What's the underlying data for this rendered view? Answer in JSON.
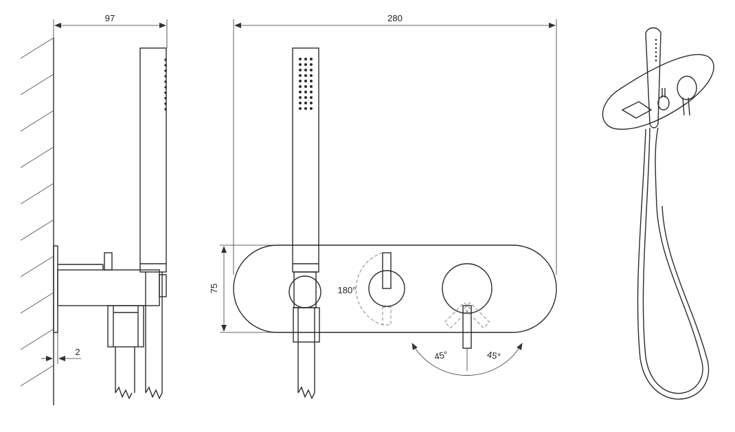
{
  "dimensions": {
    "side_depth": "97",
    "front_width": "280",
    "plate_height": "75",
    "wall_gap": "2"
  },
  "angles": {
    "diverter_rotation": "180°",
    "lever_left": "45°",
    "lever_right": "45°"
  },
  "colors": {
    "line": "#2a2a2a",
    "dimension": "#333333",
    "dashed": "#888888",
    "background": "#ffffff"
  }
}
